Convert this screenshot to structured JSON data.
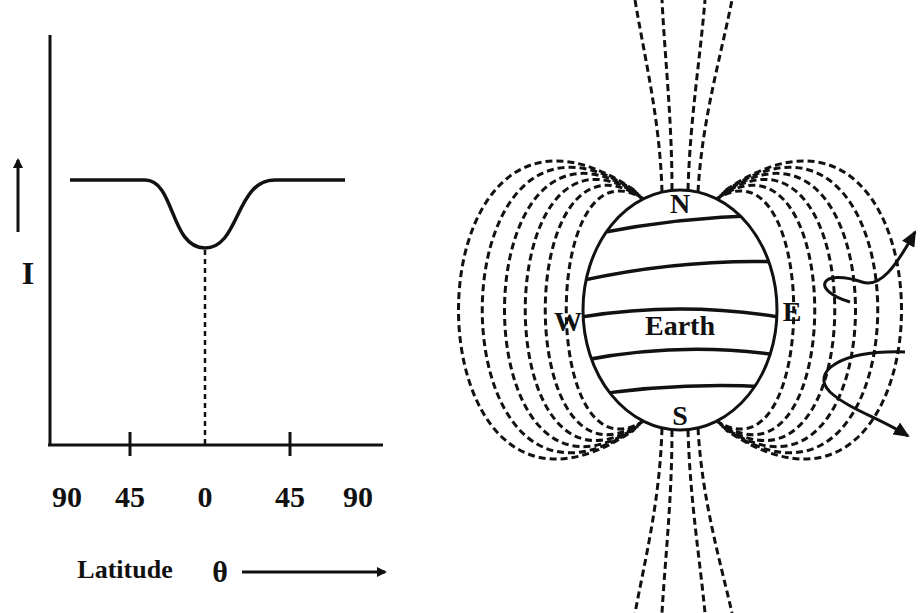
{
  "diagram": {
    "nodes": [
      {
        "text": [
          "N",
          "Earth",
          "S"
        ]
      }
    ],
    "labels": [
      "I",
      "90",
      "45",
      "0",
      "45",
      "90",
      "Latitude",
      "θ",
      "W",
      "E"
    ]
  }
}
